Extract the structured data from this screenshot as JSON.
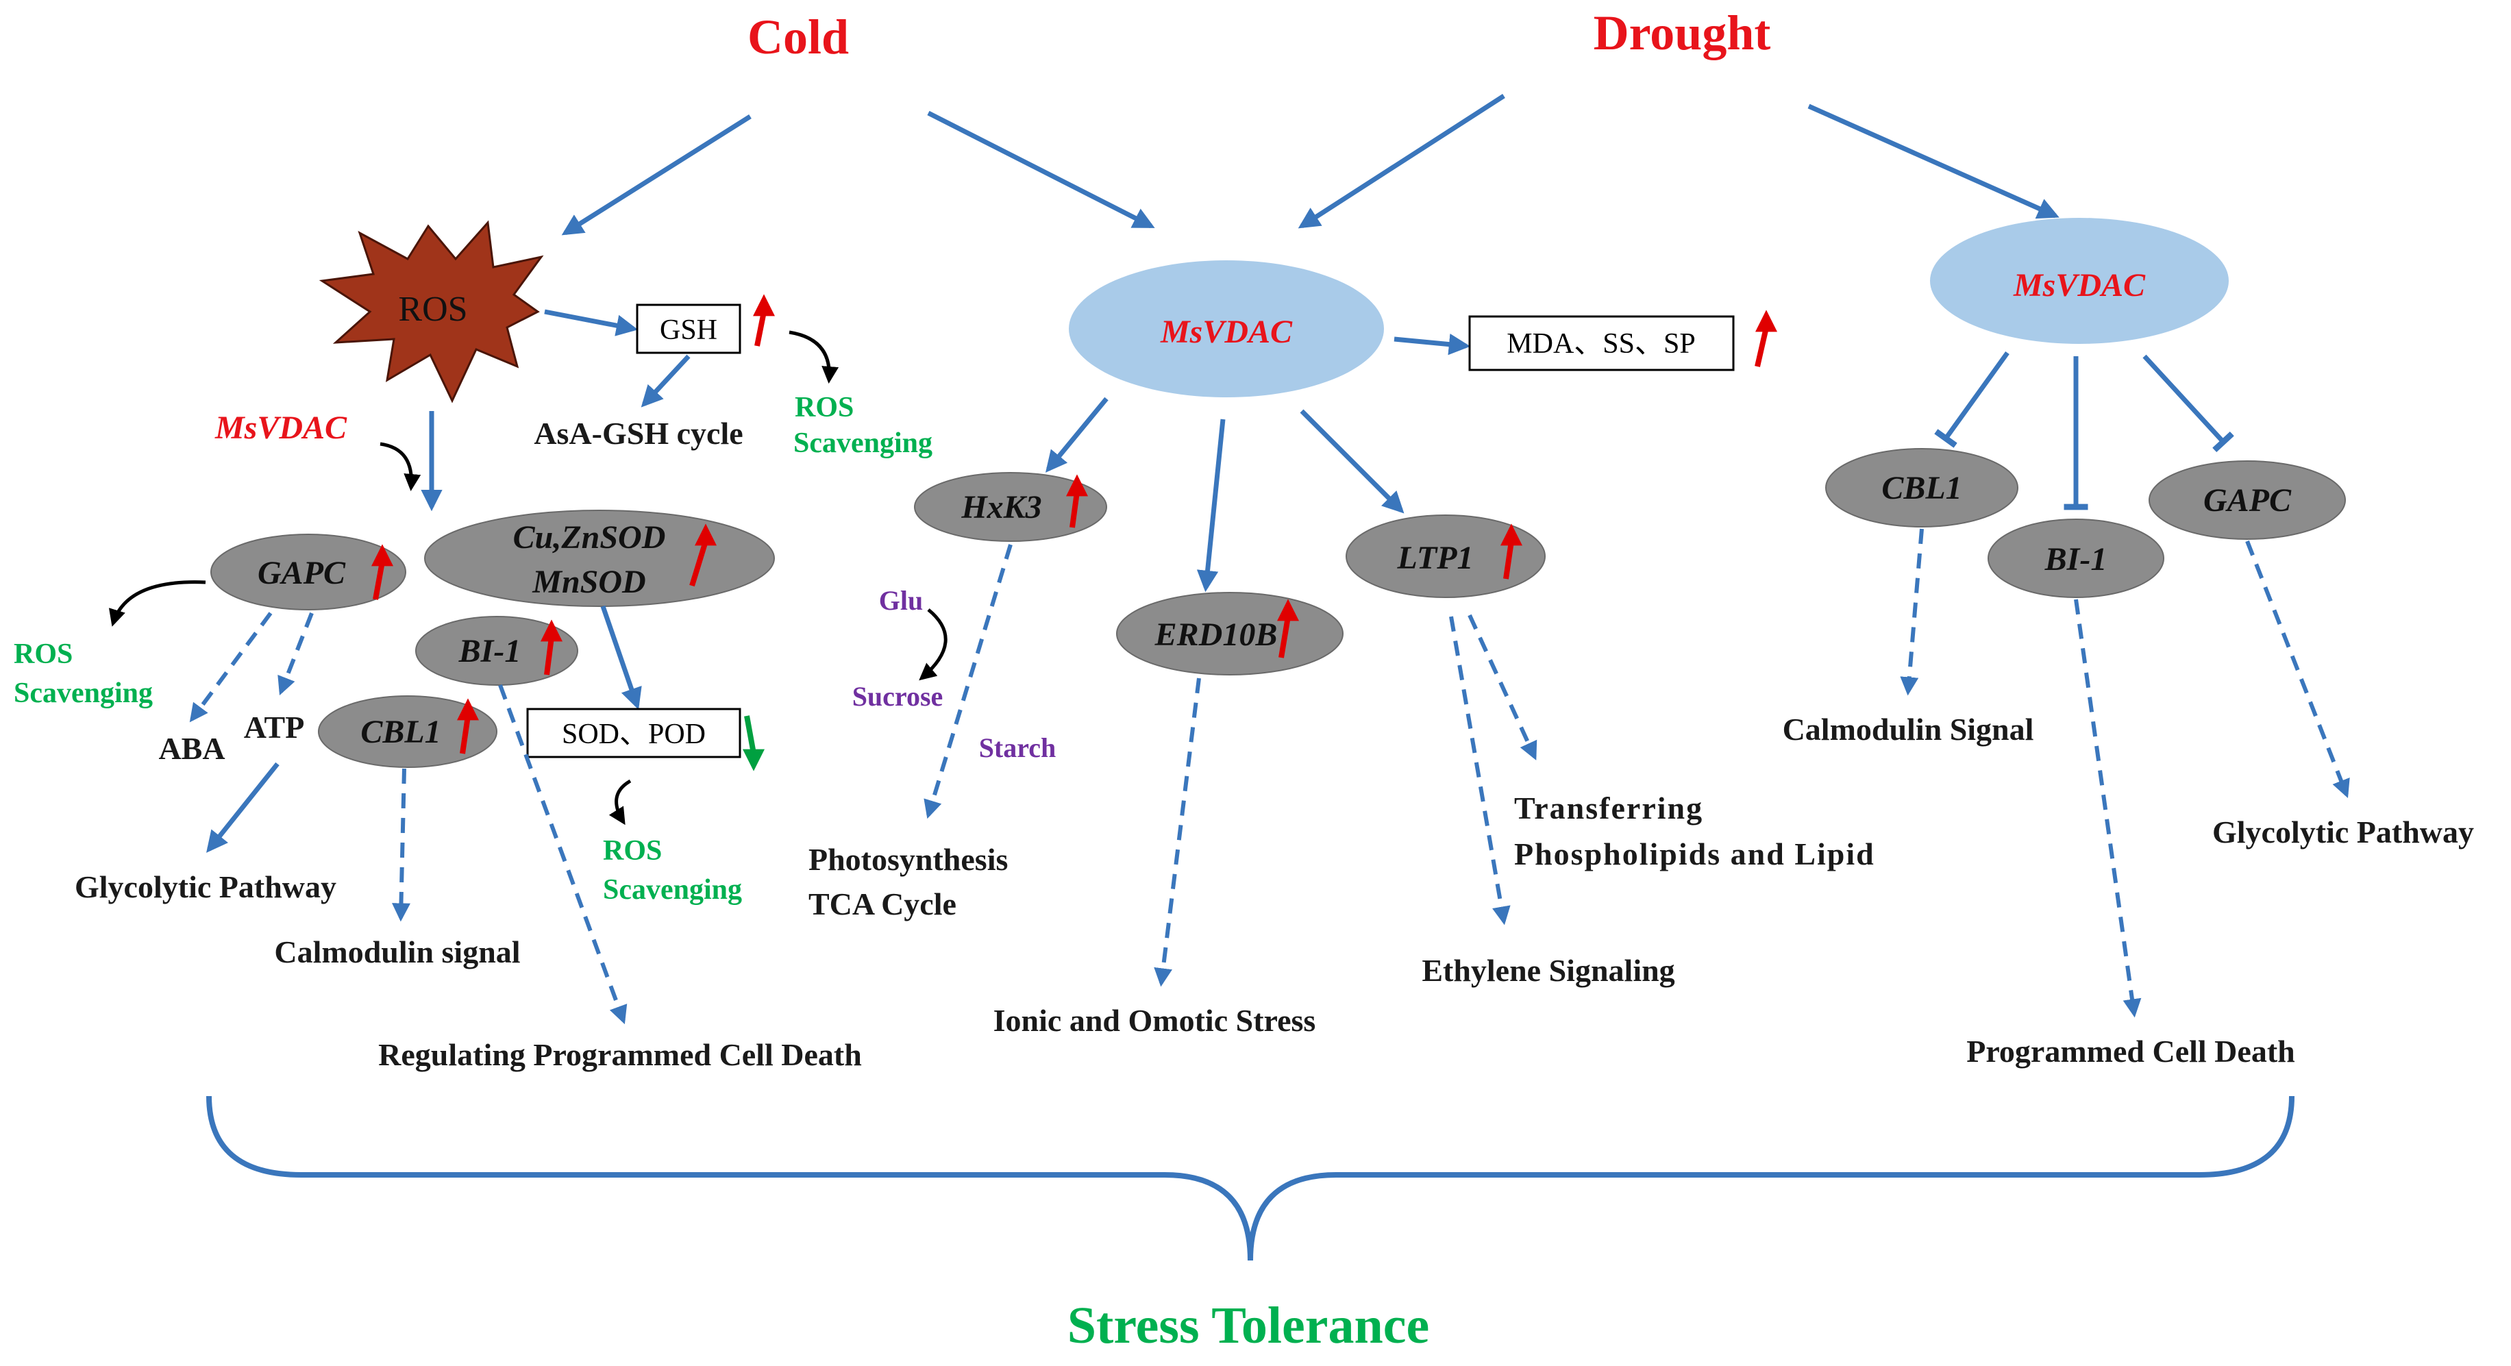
{
  "stimuli": {
    "cold": "Cold",
    "drought": "Drought"
  },
  "ros": "ROS",
  "gsh": "GSH",
  "asa_gsh": "AsA-GSH cycle",
  "ros_scavenging": [
    "ROS",
    "Scavenging"
  ],
  "msvdac": "MsVDAC",
  "cold_branch": {
    "gapc": "GAPC",
    "cuznsod": "Cu,ZnSOD",
    "mnsod": "MnSOD",
    "bi1": "BI-1",
    "cbl1": "CBL1",
    "sod_pod": "SOD、POD",
    "aba": "ABA",
    "atp": "ATP",
    "glycolytic": "Glycolytic Pathway",
    "calmodulin": "Calmodulin signal",
    "pcd": "Regulating Programmed Cell Death"
  },
  "center_branch": {
    "mda_ss_sp": "MDA、SS、SP",
    "hxk3": "HxK3",
    "erd10b": "ERD10B",
    "ltp1": "LTP1",
    "glu": "Glu",
    "sucrose": "Sucrose",
    "starch": "Starch",
    "photosynthesis": "Photosynthesis",
    "tca": "TCA Cycle",
    "ionic": "Ionic and Omotic Stress",
    "transferring": "Transferring",
    "phospholipids": "Phospholipids and Lipid",
    "ethylene": "Ethylene Signaling"
  },
  "drought_branch": {
    "cbl1": "CBL1",
    "bi1": "BI-1",
    "gapc": "GAPC",
    "calmodulin": "Calmodulin Signal",
    "pcd": "Programmed Cell Death",
    "glycolytic": "Glycolytic Pathway"
  },
  "outcome": "Stress Tolerance",
  "colors": {
    "stimulus": "#e8141b",
    "msvdac": "#e8141b",
    "ellipse_blue": "#a9cbe9",
    "ellipse_grey": "#8c8c8c",
    "arrow": "#3a76bc",
    "up": "#e00000",
    "down": "#00a040",
    "ros_fill": "#a0341a",
    "outcome": "#00b050"
  }
}
